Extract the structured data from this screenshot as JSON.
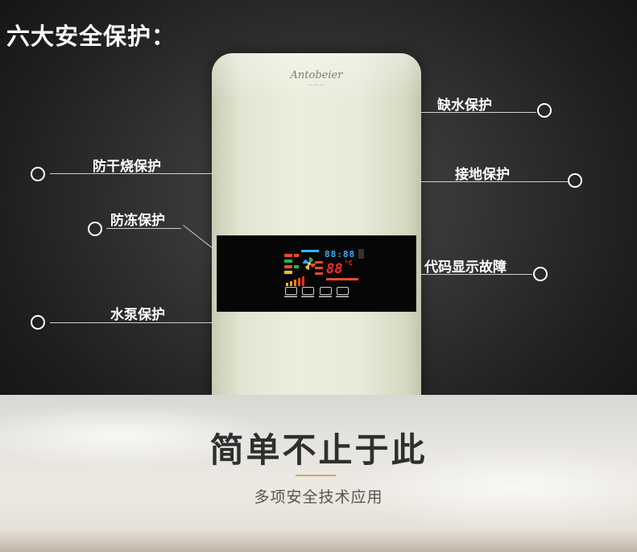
{
  "header": {
    "title": "六大安全保护："
  },
  "product": {
    "brand": "Antobeier",
    "display": {
      "top_digits": "88:88",
      "big_digits": "88",
      "unit": "°C"
    }
  },
  "features": {
    "left": [
      {
        "label": "防干烧保护"
      },
      {
        "label": "防冻保护"
      },
      {
        "label": "水泵保护"
      }
    ],
    "right": [
      {
        "label": "缺水保护"
      },
      {
        "label": "接地保护"
      },
      {
        "label": "代码显示故障"
      }
    ]
  },
  "footer": {
    "slogan": "简单不止于此",
    "subtitle": "多项安全技术应用"
  },
  "colors": {
    "accent_rule": "#d9a45a",
    "display_red": "#ff2a2a",
    "display_blue": "#31b3ff"
  }
}
